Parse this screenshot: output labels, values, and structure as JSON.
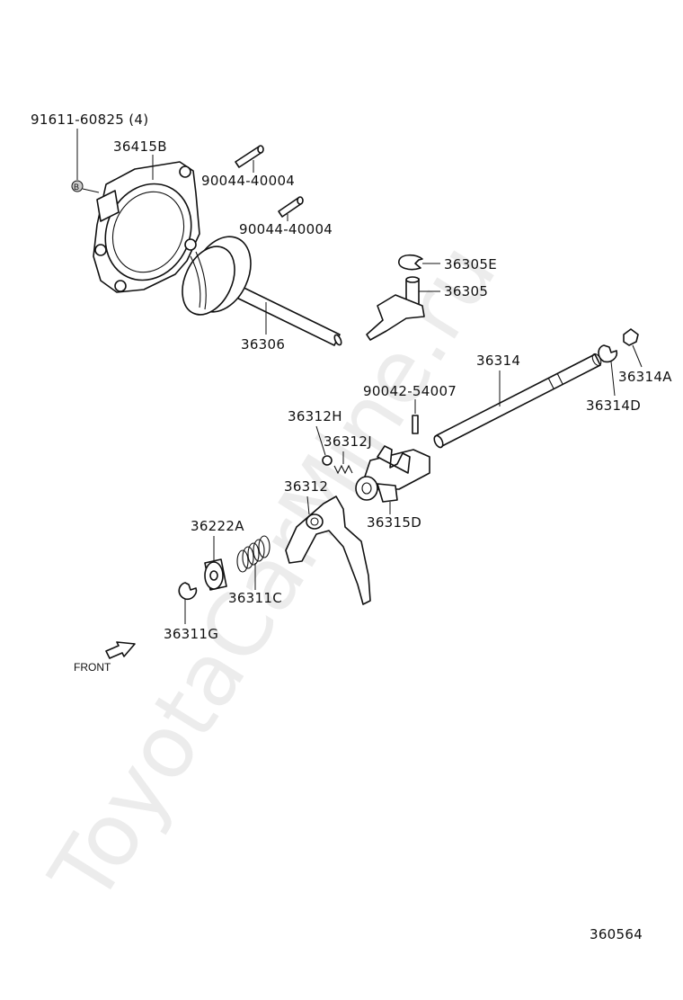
{
  "watermark": "ToyotaCarMine.ru",
  "diagram_id": "360564",
  "front_label": "FRONT",
  "labels": {
    "p91611": "91611-60825 (4)",
    "p36415B": "36415B",
    "p90044a": "90044-40004",
    "p90044b": "90044-40004",
    "p36305E": "36305E",
    "p36305": "36305",
    "p36306": "36306",
    "p36314": "36314",
    "p36314A": "36314A",
    "p36314D": "36314D",
    "p90042": "90042-54007",
    "p36312H": "36312H",
    "p36312J": "36312J",
    "p36312": "36312",
    "p36315D": "36315D",
    "p36222A": "36222A",
    "p36311C": "36311C",
    "p36311G": "36311G"
  },
  "bolt_marker": "B"
}
